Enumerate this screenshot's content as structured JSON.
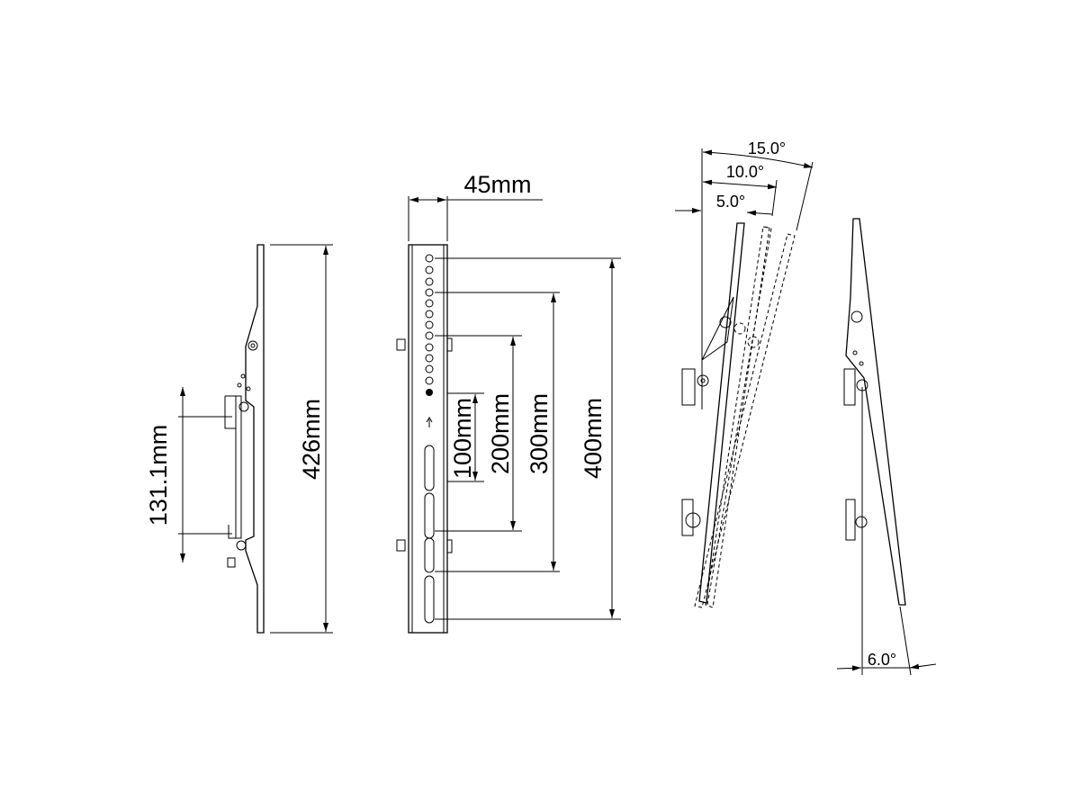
{
  "left_view": {
    "height_label": "426mm",
    "arm_label": "131.1mm"
  },
  "front_view": {
    "width_label": "45mm",
    "hole_labels": [
      "100mm",
      "200mm",
      "300mm",
      "400mm"
    ]
  },
  "tilt_view": {
    "angles": [
      "5.0°",
      "10.0°",
      "15.0°"
    ]
  },
  "right_view": {
    "angle": "6.0°"
  }
}
